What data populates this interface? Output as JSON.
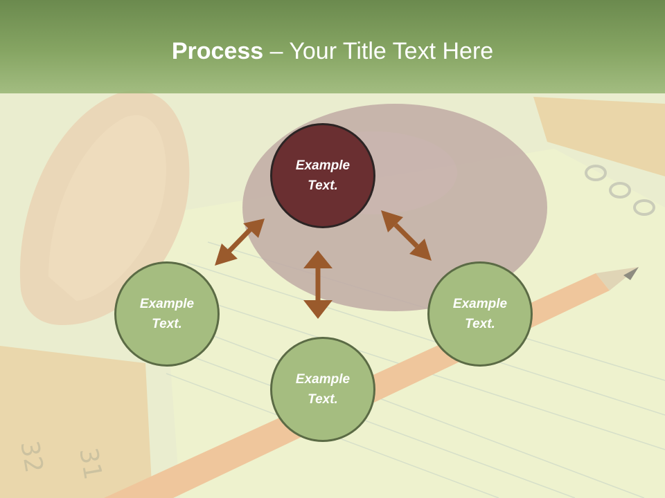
{
  "slide": {
    "title_bold": "Process",
    "title_rest": " – Your Title Text Here"
  },
  "nodes": [
    {
      "id": "top",
      "line1": "Example",
      "line2": "Text."
    },
    {
      "id": "left",
      "line1": "Example",
      "line2": "Text."
    },
    {
      "id": "right",
      "line1": "Example",
      "line2": "Text."
    },
    {
      "id": "bottom",
      "line1": "Example",
      "line2": "Text."
    }
  ],
  "colors": {
    "title_bar": "#7d9c5a",
    "node_dark": "#6a2f31",
    "node_light": "#a5bd80",
    "arrow": "#9a5a2c"
  }
}
